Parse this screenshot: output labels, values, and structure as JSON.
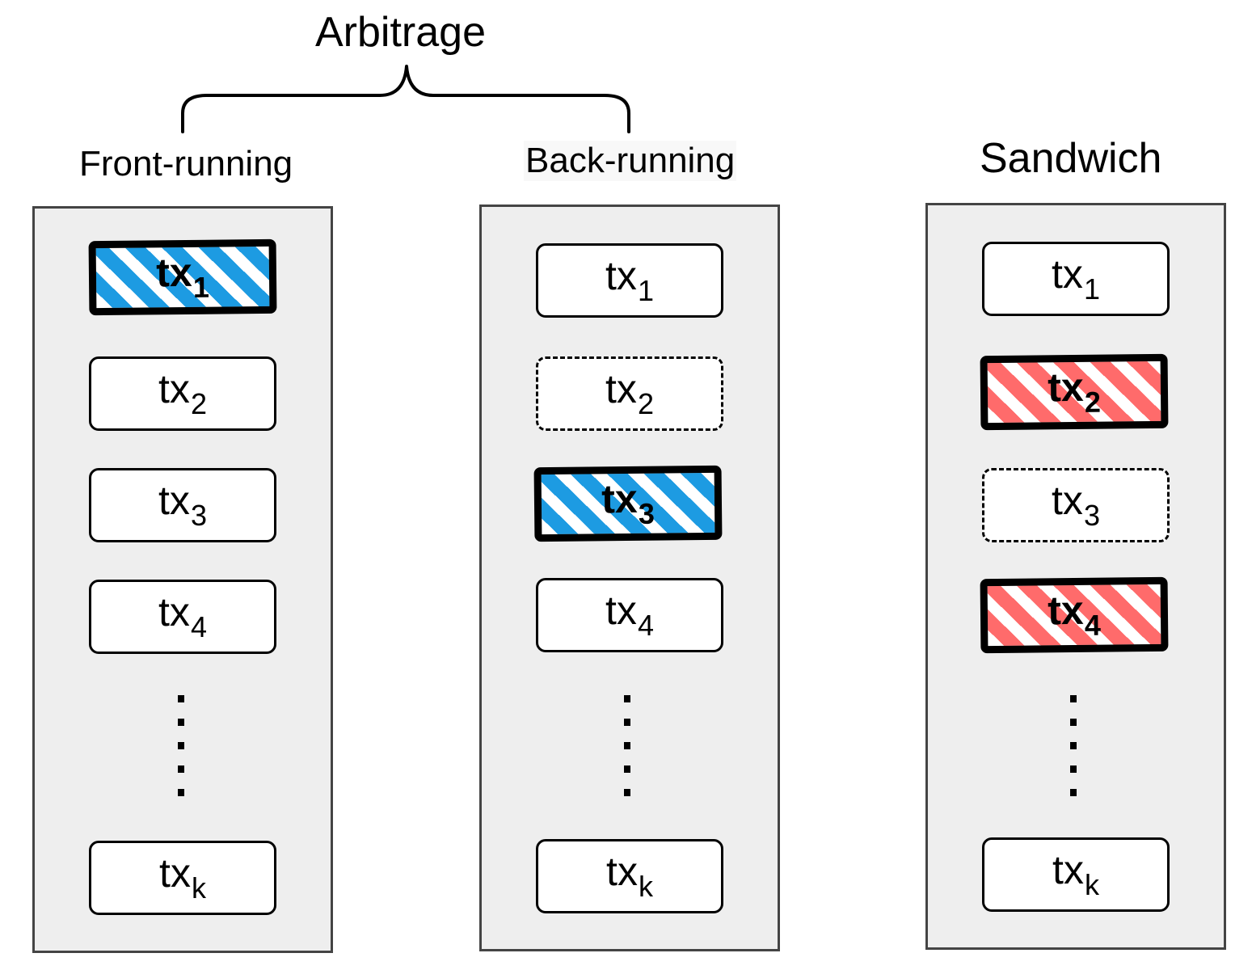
{
  "title": "Arbitrage",
  "columns": [
    {
      "title": "Front-running",
      "txs": [
        {
          "label": "tx",
          "sub": "1",
          "style": "hl-blue"
        },
        {
          "label": "tx",
          "sub": "2",
          "style": "normal"
        },
        {
          "label": "tx",
          "sub": "3",
          "style": "normal"
        },
        {
          "label": "tx",
          "sub": "4",
          "style": "normal"
        },
        {
          "label": "tx",
          "sub": "k",
          "style": "normal"
        }
      ]
    },
    {
      "title": "Back-running",
      "txs": [
        {
          "label": "tx",
          "sub": "1",
          "style": "normal"
        },
        {
          "label": "tx",
          "sub": "2",
          "style": "dashed"
        },
        {
          "label": "tx",
          "sub": "3",
          "style": "hl-blue"
        },
        {
          "label": "tx",
          "sub": "4",
          "style": "normal"
        },
        {
          "label": "tx",
          "sub": "k",
          "style": "normal"
        }
      ]
    },
    {
      "title": "Sandwich",
      "txs": [
        {
          "label": "tx",
          "sub": "1",
          "style": "normal"
        },
        {
          "label": "tx",
          "sub": "2",
          "style": "hl-red"
        },
        {
          "label": "tx",
          "sub": "3",
          "style": "dashed"
        },
        {
          "label": "tx",
          "sub": "4",
          "style": "hl-red"
        },
        {
          "label": "tx",
          "sub": "k",
          "style": "normal"
        }
      ]
    }
  ],
  "colors": {
    "front_running_highlight": "#1d9be2",
    "sandwich_highlight": "#ff6b6b",
    "block_background": "#eeeeee"
  }
}
